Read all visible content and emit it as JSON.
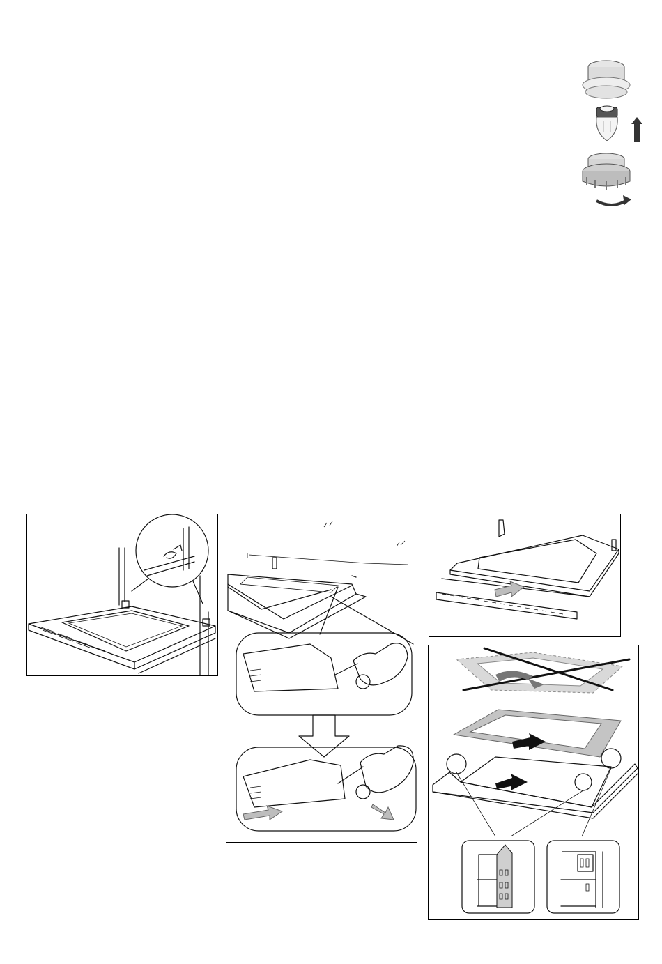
{
  "page": {
    "background": "#ffffff",
    "line_color": "#111111",
    "shade_color": "#bdbdbd"
  },
  "figures": [
    {
      "id": "lamp-replacement",
      "icon": "oven-lamp-cover-icon"
    },
    {
      "id": "door-hinge-lock",
      "icon": "oven-door-hinge-icon"
    },
    {
      "id": "door-trim-removal",
      "icon": "screwdriver-icon"
    },
    {
      "id": "door-top-strip-removal",
      "icon": "door-strip-icon"
    },
    {
      "id": "door-glass-removal",
      "icon": "glass-pane-icon"
    }
  ]
}
